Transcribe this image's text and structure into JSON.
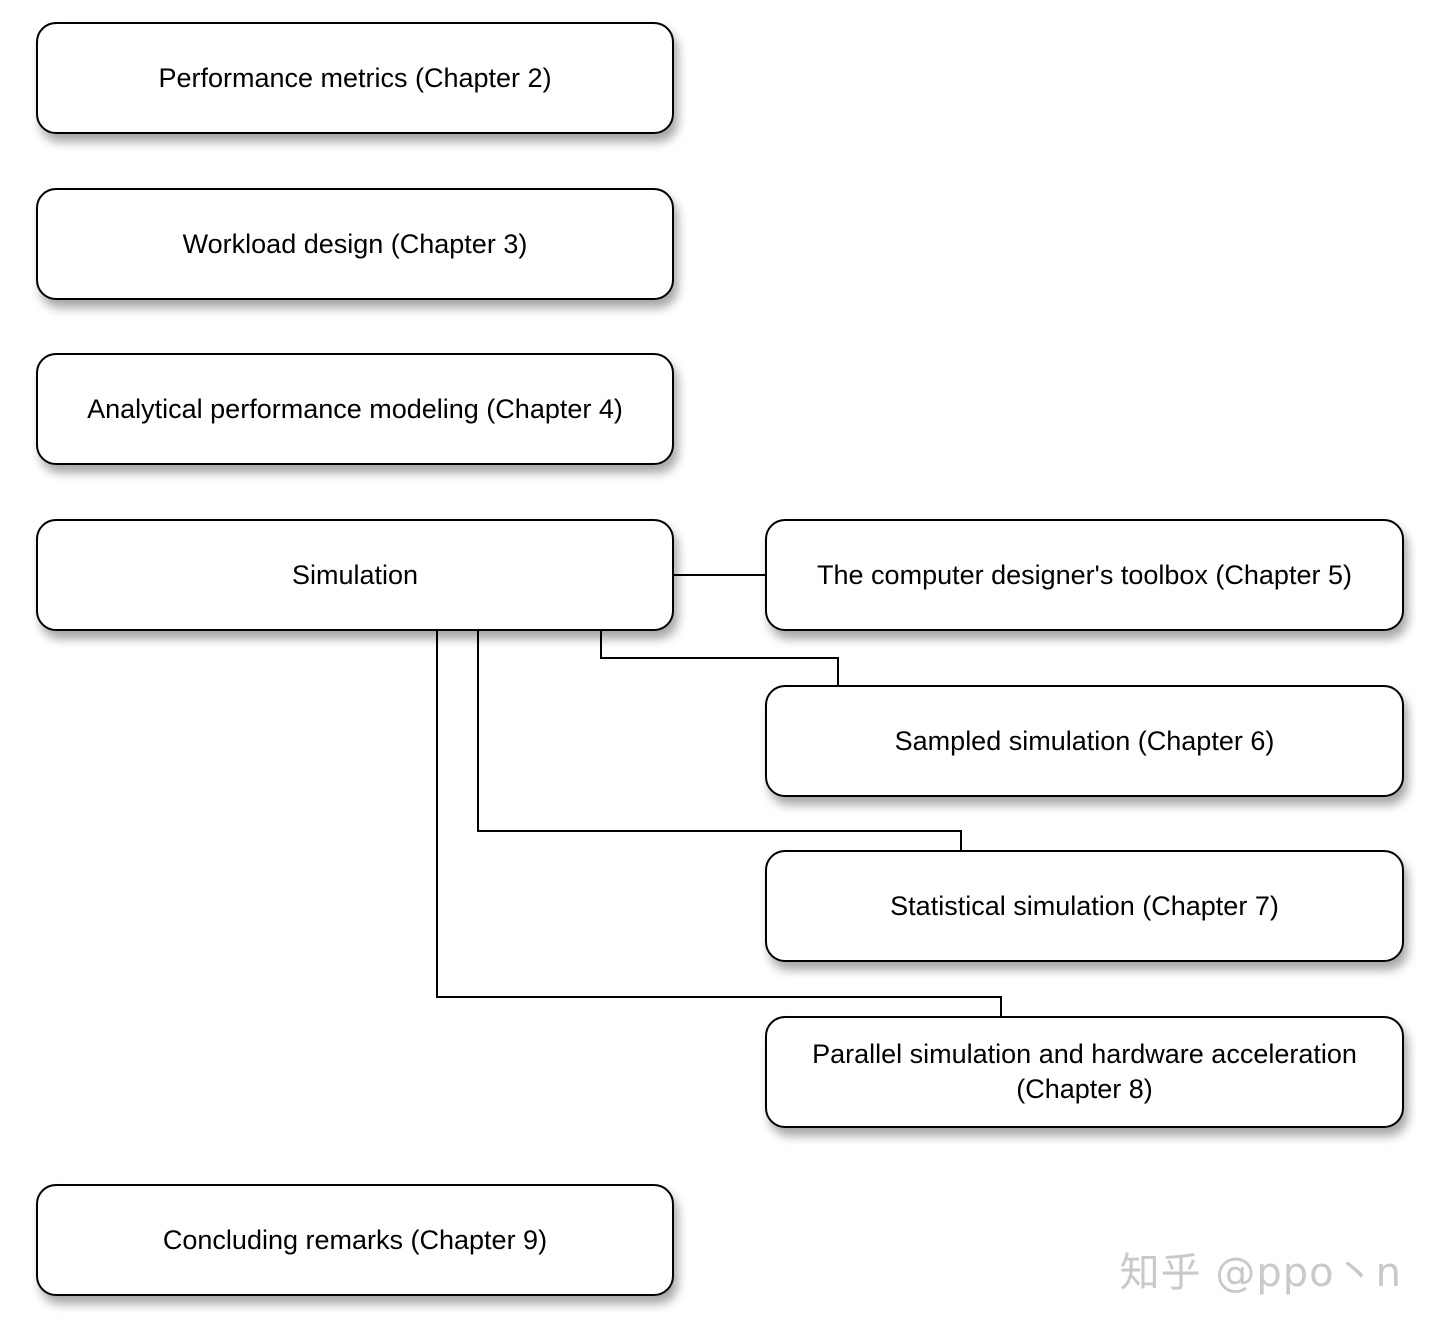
{
  "diagram": {
    "boxes": {
      "ch2": "Performance metrics (Chapter 2)",
      "ch3": "Workload design (Chapter 3)",
      "ch4": "Analytical performance modeling (Chapter 4)",
      "simulation": "Simulation",
      "ch5": "The computer designer's toolbox (Chapter 5)",
      "ch6": "Sampled simulation (Chapter 6)",
      "ch7": "Statistical simulation (Chapter 7)",
      "ch8": "Parallel simulation and hardware acceleration\n(Chapter 8)",
      "ch9": "Concluding remarks (Chapter 9)"
    },
    "connections": [
      {
        "from": "simulation",
        "to": "ch5"
      },
      {
        "from": "simulation",
        "to": "ch6"
      },
      {
        "from": "simulation",
        "to": "ch7"
      },
      {
        "from": "simulation",
        "to": "ch8"
      }
    ]
  },
  "watermark": "知乎 @ppo丶n"
}
